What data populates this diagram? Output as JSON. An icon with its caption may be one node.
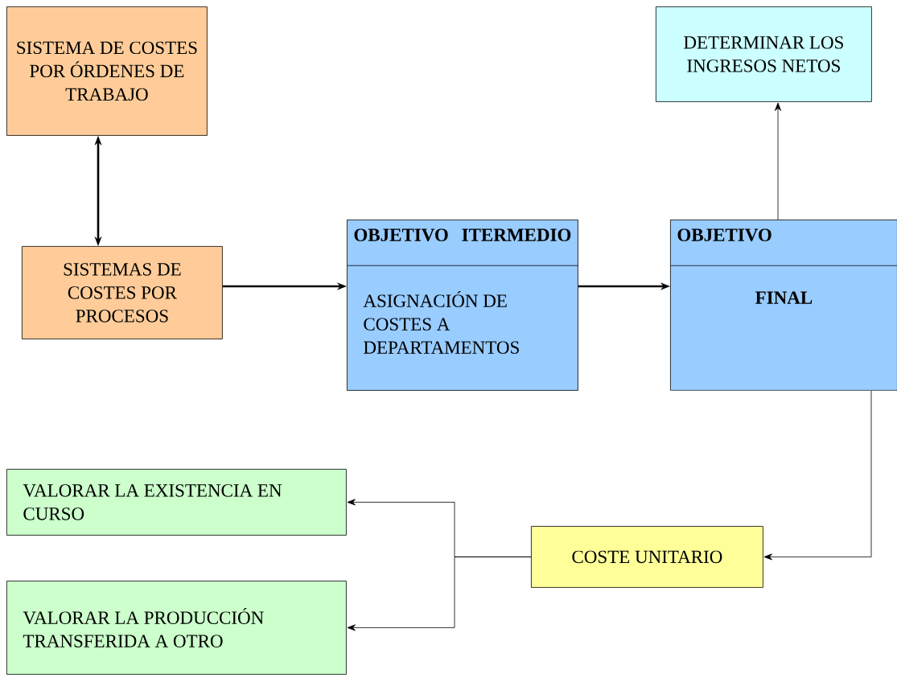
{
  "diagram": {
    "nodes": [
      {
        "text": [
          "SISTEMA DE COSTES POR ÓRDENES DE TRABAJO"
        ]
      },
      {
        "text": [
          "DETERMINAR LOS INGRESOS NETOS"
        ]
      },
      {
        "text": [
          "SISTEMAS DE COSTES POR PROCESOS"
        ]
      },
      {
        "text": [
          "OBJETIVO ITERMEDIO",
          "ASIGNACIÓN DE COSTES A DEPARTAMENTOS"
        ]
      },
      {
        "text": [
          "OBJETIVO",
          "FINAL"
        ]
      },
      {
        "text": [
          "COSTE UNITARIO"
        ]
      },
      {
        "text": [
          "VALORAR LA EXISTENCIA EN CURSO"
        ]
      },
      {
        "text": [
          "VALORAR LA PRODUCCIÓN TRANSFERIDA A OTRO"
        ]
      }
    ],
    "edges": [
      {
        "from": 0,
        "to": 2,
        "arrow": "both",
        "style": "thick"
      },
      {
        "from": 2,
        "to": 3,
        "arrow": "to",
        "style": "thick"
      },
      {
        "from": 3,
        "to": 4,
        "arrow": "to",
        "style": "thick"
      },
      {
        "from": 4,
        "to": 1,
        "arrow": "to"
      },
      {
        "from": 4,
        "to": 5,
        "arrow": "to"
      },
      {
        "from": 5,
        "to": 6,
        "arrow": "to"
      },
      {
        "from": 5,
        "to": 7,
        "arrow": "to"
      }
    ]
  }
}
